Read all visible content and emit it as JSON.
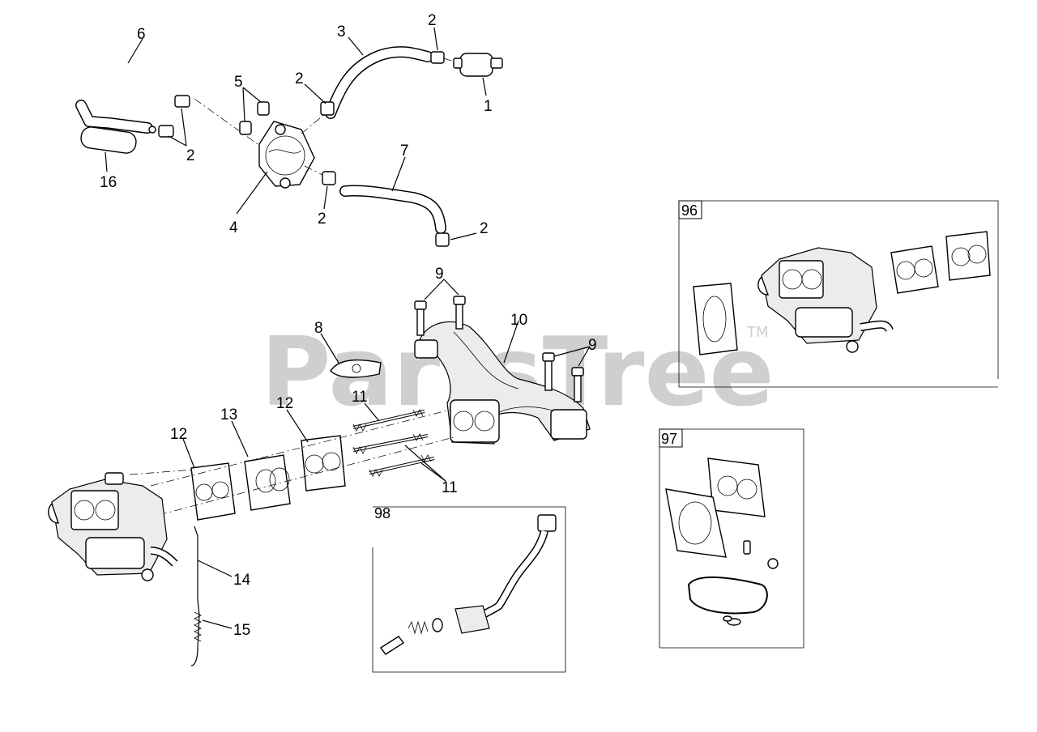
{
  "watermark": {
    "brand": "PartsTree",
    "mark": "TM"
  },
  "callouts": {
    "c1": "1",
    "c2a": "2",
    "c2b": "2",
    "c2c": "2",
    "c2d": "2",
    "c2e": "2",
    "c3": "3",
    "c4": "4",
    "c5": "5",
    "c6": "6",
    "c7": "7",
    "c8": "8",
    "c9a": "9",
    "c9b": "9",
    "c10": "10",
    "c11a": "11",
    "c11b": "11",
    "c12a": "12",
    "c12b": "12",
    "c13": "13",
    "c14": "14",
    "c15": "15",
    "c16": "16"
  },
  "kits": {
    "k96": "96",
    "k97": "97",
    "k98": "98"
  },
  "icons": [
    "fuel-filter-icon",
    "fuel-pump-icon",
    "carburetor-icon",
    "intake-manifold-icon",
    "gasket-icon",
    "stud-icon",
    "bolt-icon",
    "solenoid-icon",
    "spring-icon",
    "link-rod-icon",
    "clamp-icon",
    "hose-icon"
  ]
}
